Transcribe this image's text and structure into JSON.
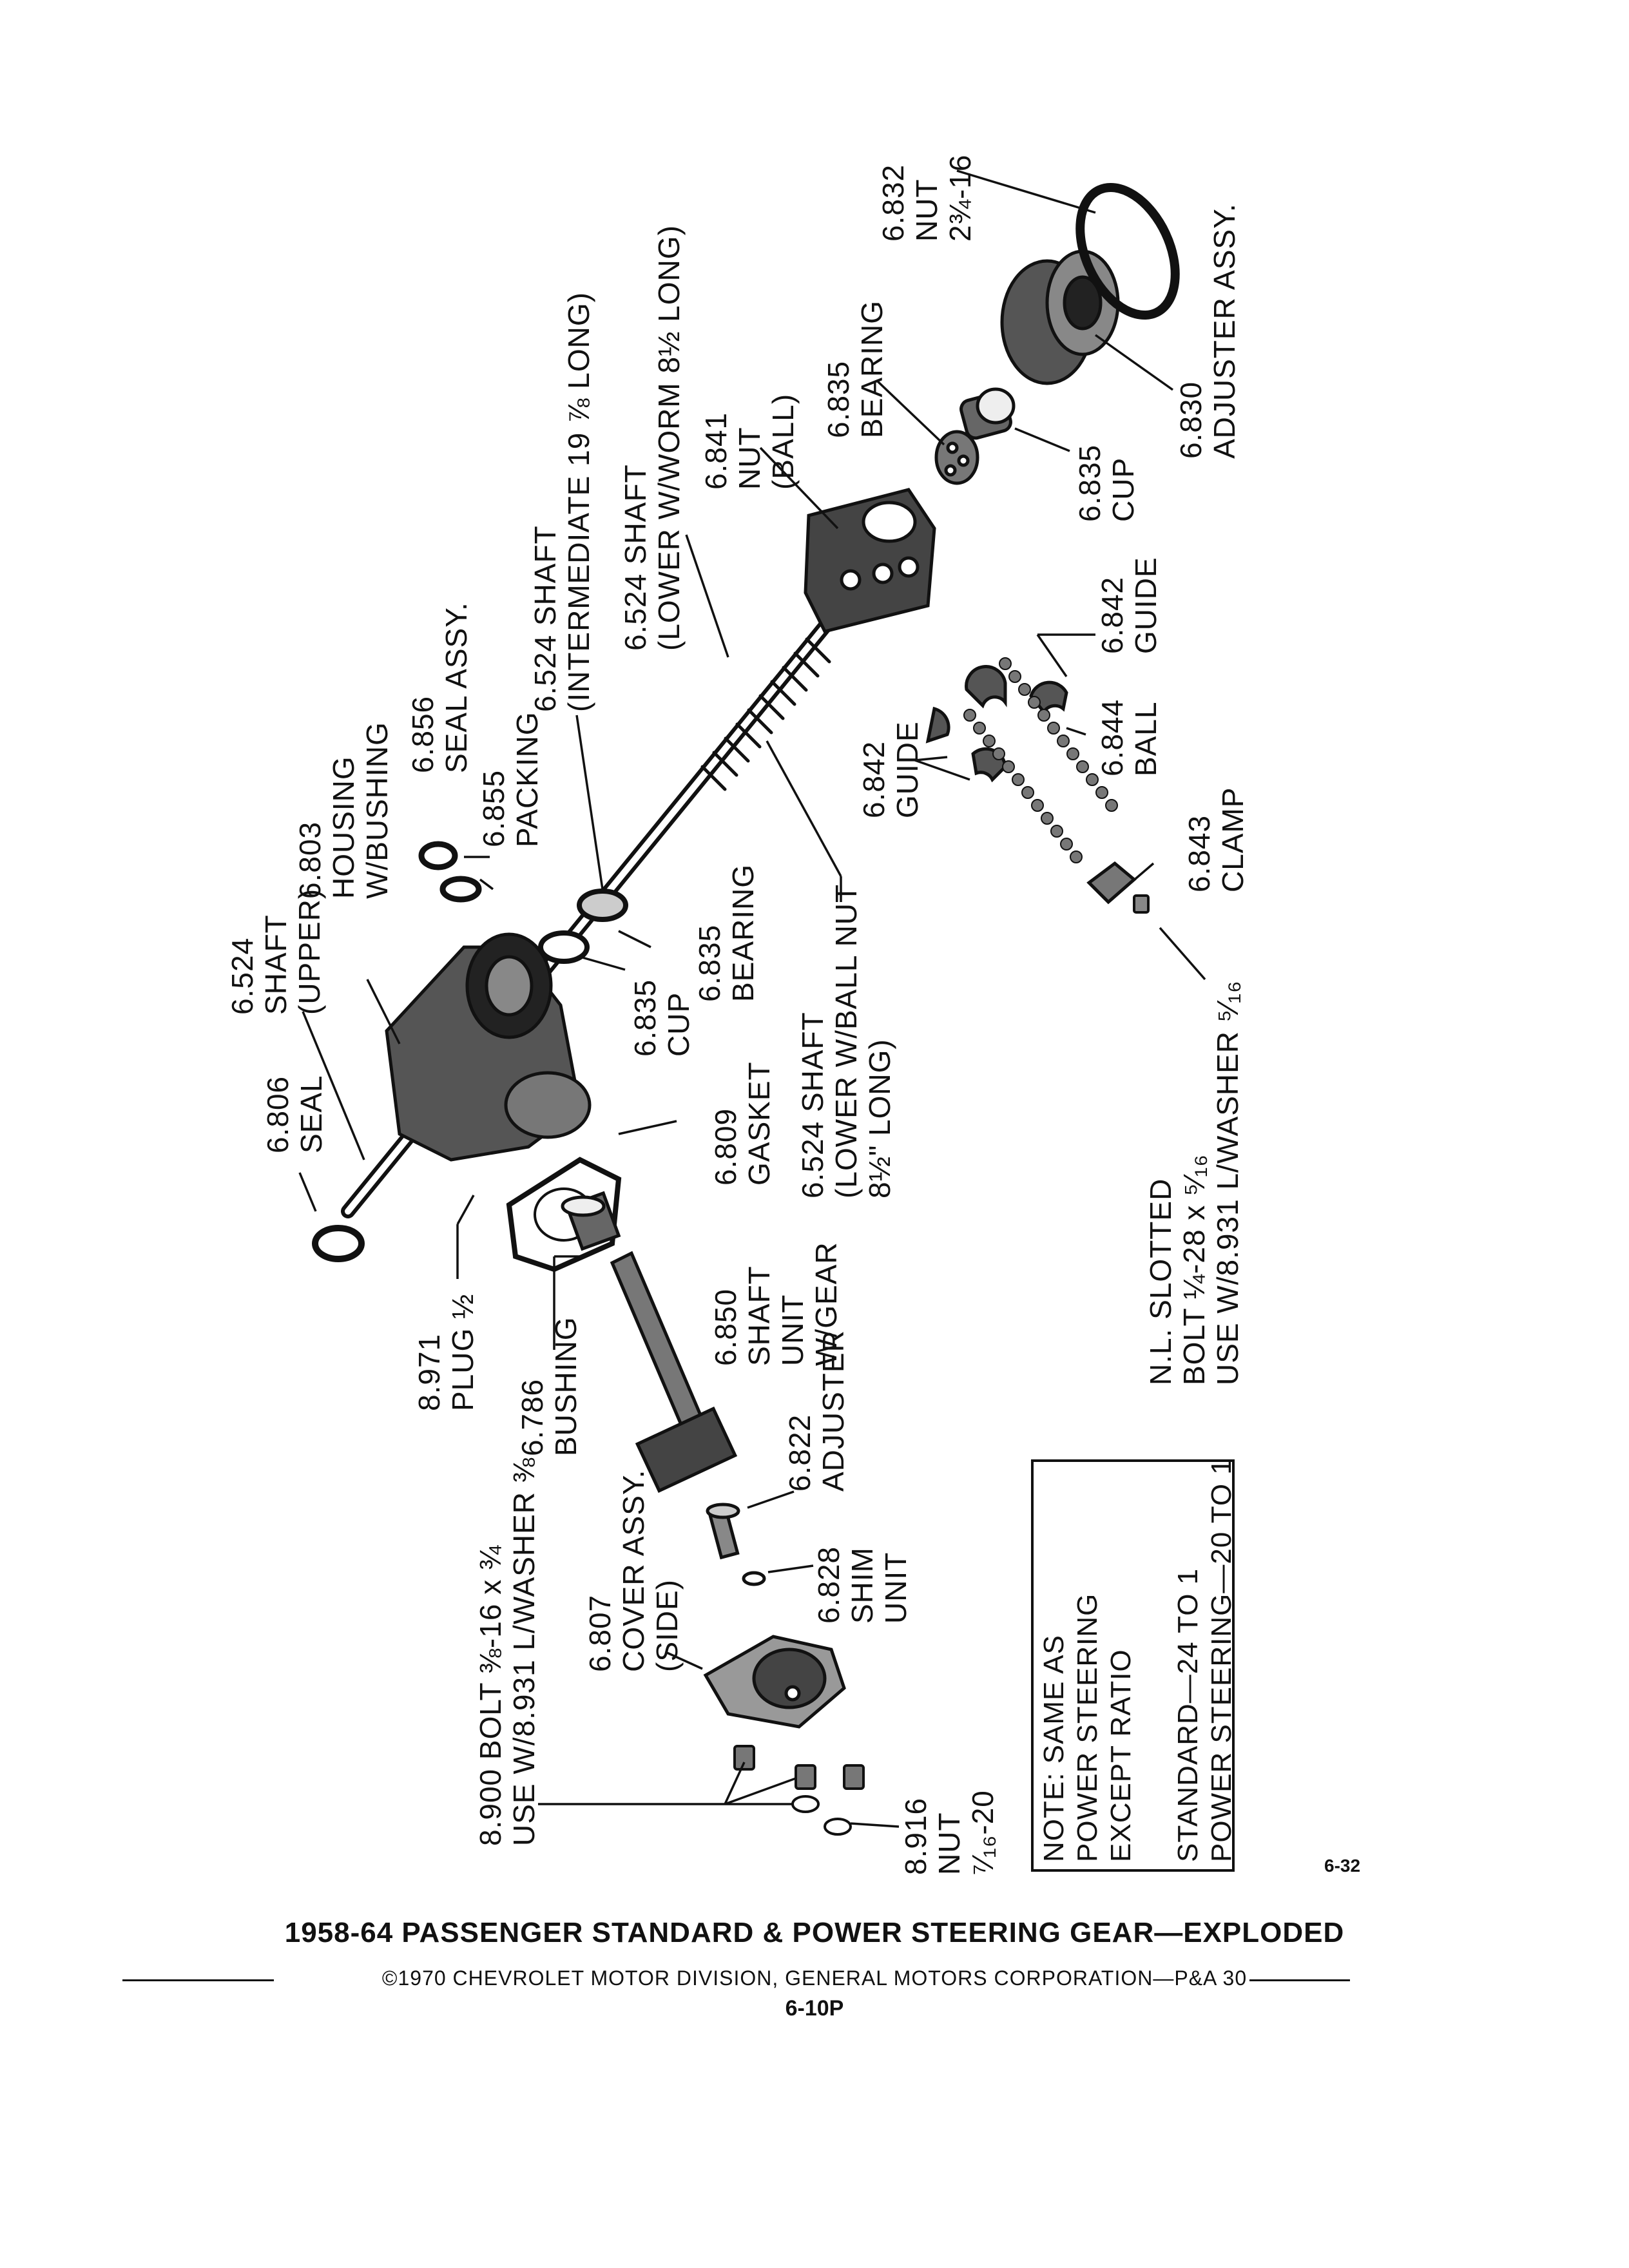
{
  "labels": {
    "l_6832": "6.832\nNUT\n2¾-16",
    "l_6830": "6.830\nADJUSTER ASSY.",
    "l_6835_cup_r": "6.835\nCUP",
    "l_6835_bearing_r": "6.835\nBEARING",
    "l_6841": "6.841\nNUT\n(BALL)",
    "l_6524_lower_worm": "6.524 SHAFT\n(LOWER W/WORM 8½ LONG)",
    "l_6524_intermediate": "6.524 SHAFT\n(INTERMEDIATE 19 ⅞ LONG)",
    "l_6856": "6.856\nSEAL ASSY.",
    "l_6855": "6.855\nPACKING",
    "l_6803": "6.803\nHOUSING\nW/BUSHING",
    "l_6524_upper": "6.524\nSHAFT\n(UPPER)",
    "l_6806": "6.806\nSEAL",
    "l_6835_bearing_m": "6.835\nBEARING",
    "l_6835_cup_m": "6.835\nCUP",
    "l_6809": "6.809\nGASKET",
    "l_6524_lower_ballnut": "6.524 SHAFT\n(LOWER W/BALL NUT\n8½\" LONG)",
    "l_6842_a": "6.842\nGUIDE",
    "l_6842_b": "6.842\nGUIDE",
    "l_6844": "6.844\nBALL",
    "l_6843": "6.843\nCLAMP",
    "l_nl_bolt": "N.L. SLOTTED\nBOLT ¼-28 x ⁵⁄₁₆\nUSE W/8.931 L/WASHER ⁵⁄₁₆",
    "l_8971": "8.971\nPLUG ½",
    "l_6786": "6.786\nBUSHING",
    "l_6850": "6.850\nSHAFT\nUNIT\nW/GEAR",
    "l_6822": "6.822\nADJUSTER",
    "l_6828": "6.828\nSHIM\nUNIT",
    "l_6807": "6.807\nCOVER ASSY.\n(SIDE)",
    "l_8900": "8.900 BOLT ⅜-16 x ¾\nUSE W/8.931 L/WASHER ⅜",
    "l_8916": "8.916\nNUT\n⁷⁄₁₆-20",
    "note": "NOTE: SAME AS\nPOWER STEERING\nEXCEPT RATIO\n\nSTANDARD—24 TO 1\nPOWER STEERING—20 TO 1"
  },
  "footer": {
    "title": "1958-64 PASSENGER STANDARD & POWER STEERING GEAR—EXPLODED",
    "copyright": "©1970 CHEVROLET MOTOR DIVISION, GENERAL MOTORS CORPORATION—P&A 30",
    "code": "6-10P",
    "figure_number": "6-32"
  }
}
